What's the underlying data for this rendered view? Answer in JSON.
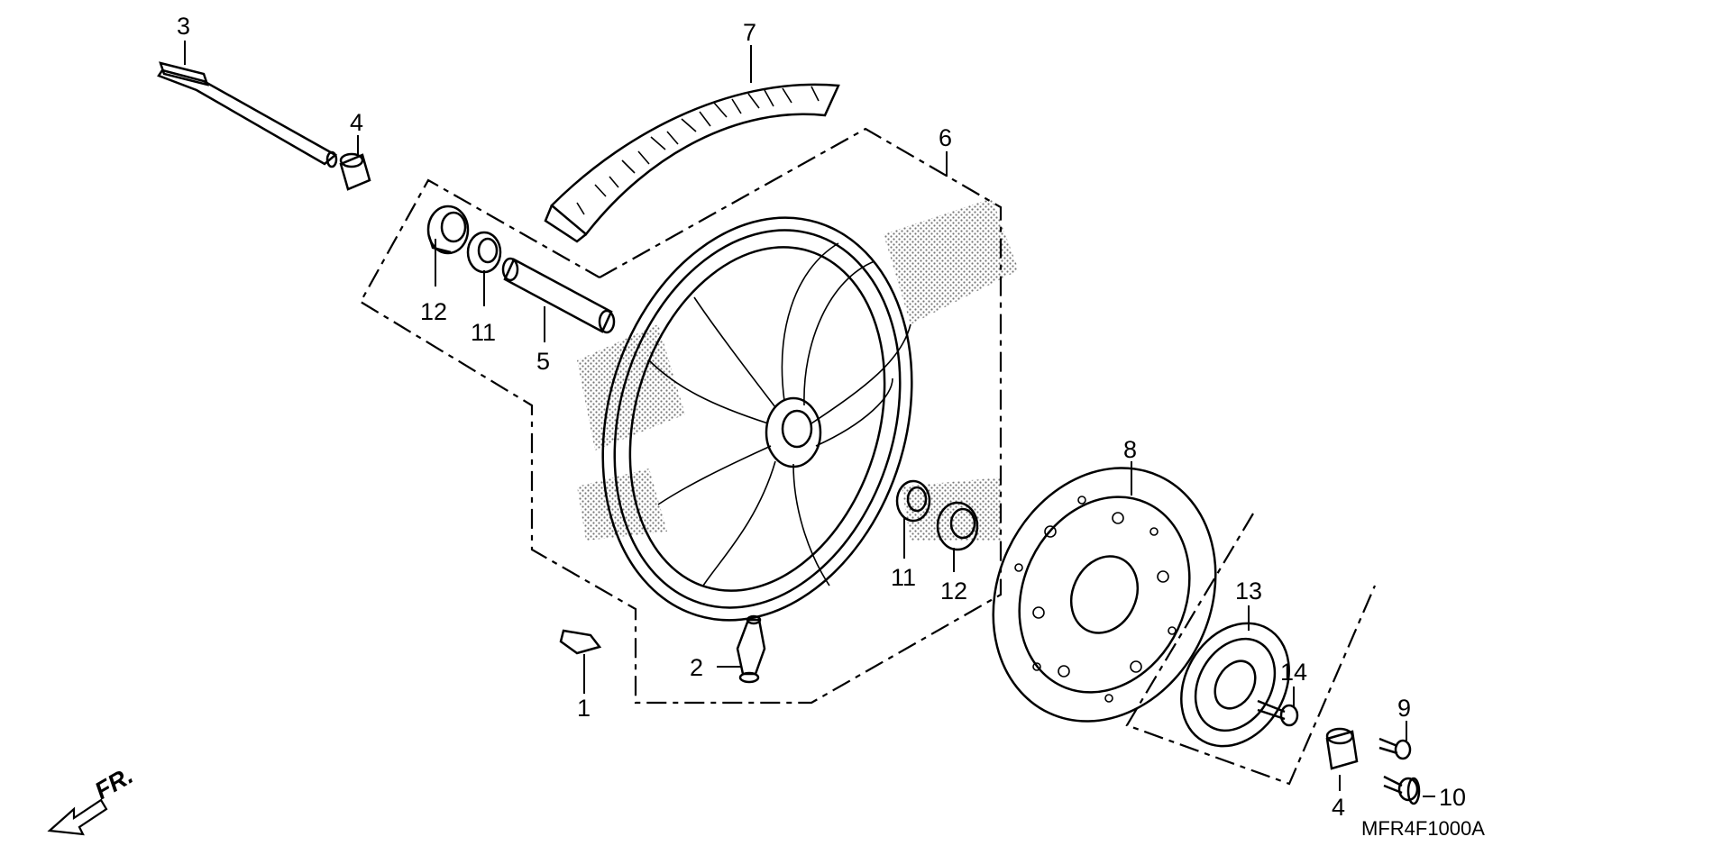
{
  "diagram": {
    "part_code": "MFR4F1000A",
    "direction_label": "FR.",
    "callouts": [
      {
        "id": "c3",
        "label": "3"
      },
      {
        "id": "c4a",
        "label": "4"
      },
      {
        "id": "c7",
        "label": "7"
      },
      {
        "id": "c6",
        "label": "6"
      },
      {
        "id": "c12a",
        "label": "12"
      },
      {
        "id": "c11a",
        "label": "11"
      },
      {
        "id": "c5",
        "label": "5"
      },
      {
        "id": "c8",
        "label": "8"
      },
      {
        "id": "c11b",
        "label": "11"
      },
      {
        "id": "c12b",
        "label": "12"
      },
      {
        "id": "c13",
        "label": "13"
      },
      {
        "id": "c14",
        "label": "14"
      },
      {
        "id": "c9",
        "label": "9"
      },
      {
        "id": "c10",
        "label": "10"
      },
      {
        "id": "c4b",
        "label": "4"
      },
      {
        "id": "c2",
        "label": "2"
      },
      {
        "id": "c1",
        "label": "1"
      }
    ]
  }
}
